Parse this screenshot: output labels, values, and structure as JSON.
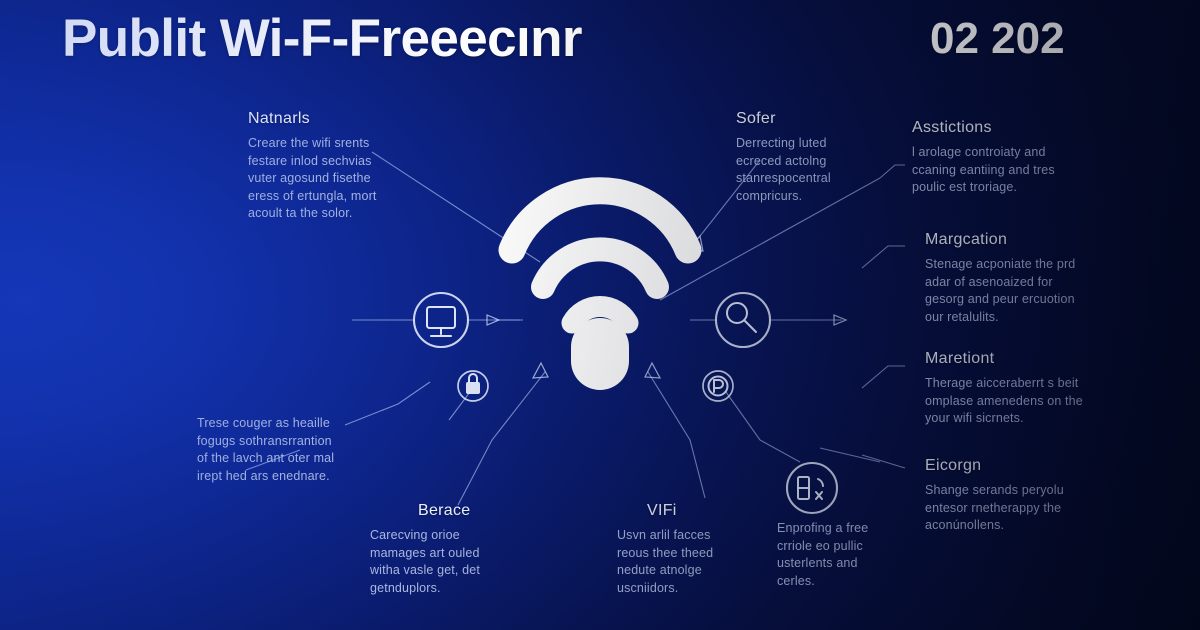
{
  "title": {
    "main": "Publit Wi-F-Freeecınr",
    "sub": "02 202"
  },
  "colors": {
    "background_left": "#1536b4",
    "background_right": "#040a26",
    "heading_text": "#eef3ff",
    "body_text": "#b9c6ea",
    "line": "#9fb2e8",
    "icon": "#eaf0ff"
  },
  "callouts": [
    {
      "id": "networks",
      "heading": "Natnarls",
      "lines": [
        "Creare the wifi srents",
        "festare inlod sechvias",
        "vuter agosund fisethe",
        "eress of ertungla, mort",
        "acoult ta the solor."
      ]
    },
    {
      "id": "safer",
      "heading": "Sofer",
      "lines": [
        "Derrecting luted",
        "ecreced actolng",
        "stanrespocentral",
        "compricurs."
      ]
    },
    {
      "id": "asstictions",
      "heading": "Asstictions",
      "lines": [
        "l arolage controiaty and",
        "ccaning eantiing and tres",
        "poulic est troriage."
      ]
    },
    {
      "id": "margcation",
      "heading": "Margcation",
      "lines": [
        "Stenage acponiate the prd",
        "adar of asenoaized for",
        "gesorg and peur ercuotion",
        "our retalulits."
      ]
    },
    {
      "id": "maretiont",
      "heading": "Maretiont",
      "lines": [
        "Therage aicceraberrt s beit",
        "omplase amenedens on the",
        "your wifi sicrnets."
      ]
    },
    {
      "id": "eicorgn",
      "heading": "Eicorgn",
      "lines": [
        "Shange serands peryolu",
        "entesor rnetherappy the",
        "aconúnollens."
      ]
    },
    {
      "id": "lower-left",
      "heading": "",
      "lines": [
        "Trese couger as heaille",
        "fogugs sothransrrantion",
        "of the lavch ant oter mal",
        "irept hed ars enednare."
      ]
    },
    {
      "id": "berace",
      "heading": "Berace",
      "lines": [
        "Carecving orioe",
        "mamages art ouled",
        "witha vasle get, det",
        "getnduplors."
      ]
    },
    {
      "id": "vifi",
      "heading": "VIFi",
      "lines": [
        "Usvn arlil facces",
        "reous thee theed",
        "nedute atnolge",
        "uscniidors."
      ]
    },
    {
      "id": "bottom-right",
      "heading": "",
      "lines": [
        "Enprofing a free",
        "crriole eo pullic",
        "usterlents and",
        "cerles."
      ]
    }
  ],
  "icons": [
    {
      "id": "wifi-center",
      "name": "wifi-signal-icon"
    },
    {
      "id": "monitor",
      "name": "monitor-icon"
    },
    {
      "id": "search",
      "name": "magnifier-icon"
    },
    {
      "id": "lock",
      "name": "padlock-icon"
    },
    {
      "id": "shield",
      "name": "shield-icon"
    },
    {
      "id": "router",
      "name": "router-broadcast-icon"
    }
  ]
}
